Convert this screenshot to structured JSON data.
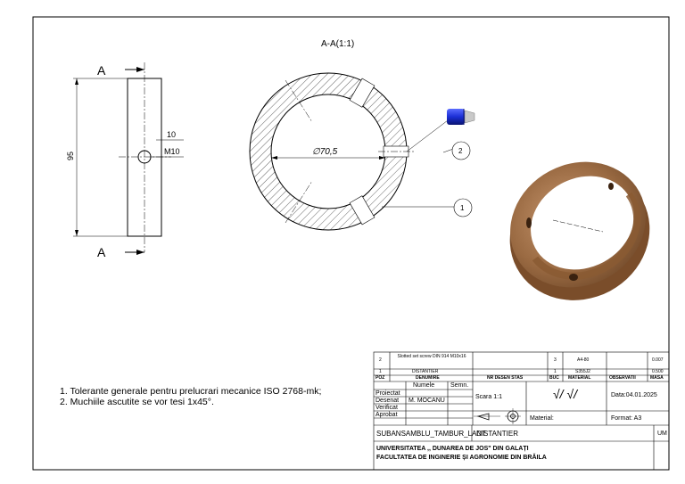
{
  "view_title": "A-A(1:1)",
  "section_marks": {
    "top": "A",
    "bottom": "A"
  },
  "dimensions": {
    "height": "95",
    "offset": "10",
    "thread": "M10",
    "diameter": "∅70,5"
  },
  "balloons": {
    "one": "1",
    "two": "2"
  },
  "notes": [
    "1. Tolerante generale pentru prelucrari mecanice  ISO 2768-mk;",
    "2. Muchiile ascutite se vor tesi 1x45°."
  ],
  "title_block": {
    "rows": [
      {
        "poz": "2",
        "denumire": "Slotted set screw DIN 914 M10x16",
        "buc": "3",
        "material": "A4-80",
        "masa": "0.007"
      },
      {
        "poz": "1",
        "denumire": "DISTANTIER",
        "buc": "1",
        "material": "S355J2",
        "masa": "0.500"
      }
    ],
    "headers": {
      "poz": "POZ",
      "denumire": "DENUMIRE",
      "nr": "NR DESEN STAS",
      "buc": "BUC",
      "material": "MATERIAL",
      "obs": "OBSERVATII",
      "masa": "MASA"
    },
    "col_numele": "Numele",
    "col_semn": "Semn.",
    "roles": [
      "Proiectat",
      "Desenat",
      "Verificat",
      "Aprobat"
    ],
    "desenat_name": "M. MOCANU",
    "scara": "Scara 1:1",
    "roughness": "√/ √/",
    "data": "Data:04.01.2025",
    "material_label": "Material:",
    "format": "Format: A3",
    "assembly": "SUBANSAMBLU_TAMBUR_LANT",
    "part": "DISTANTIER",
    "um": "UM",
    "university": "UNIVERSITATEA ,, DUNAREA DE JOS\" DIN GALAȚI",
    "faculty": "FACULTATEA DE INGINERIE ȘI AGRONOMIE DIN BRĂILA"
  }
}
